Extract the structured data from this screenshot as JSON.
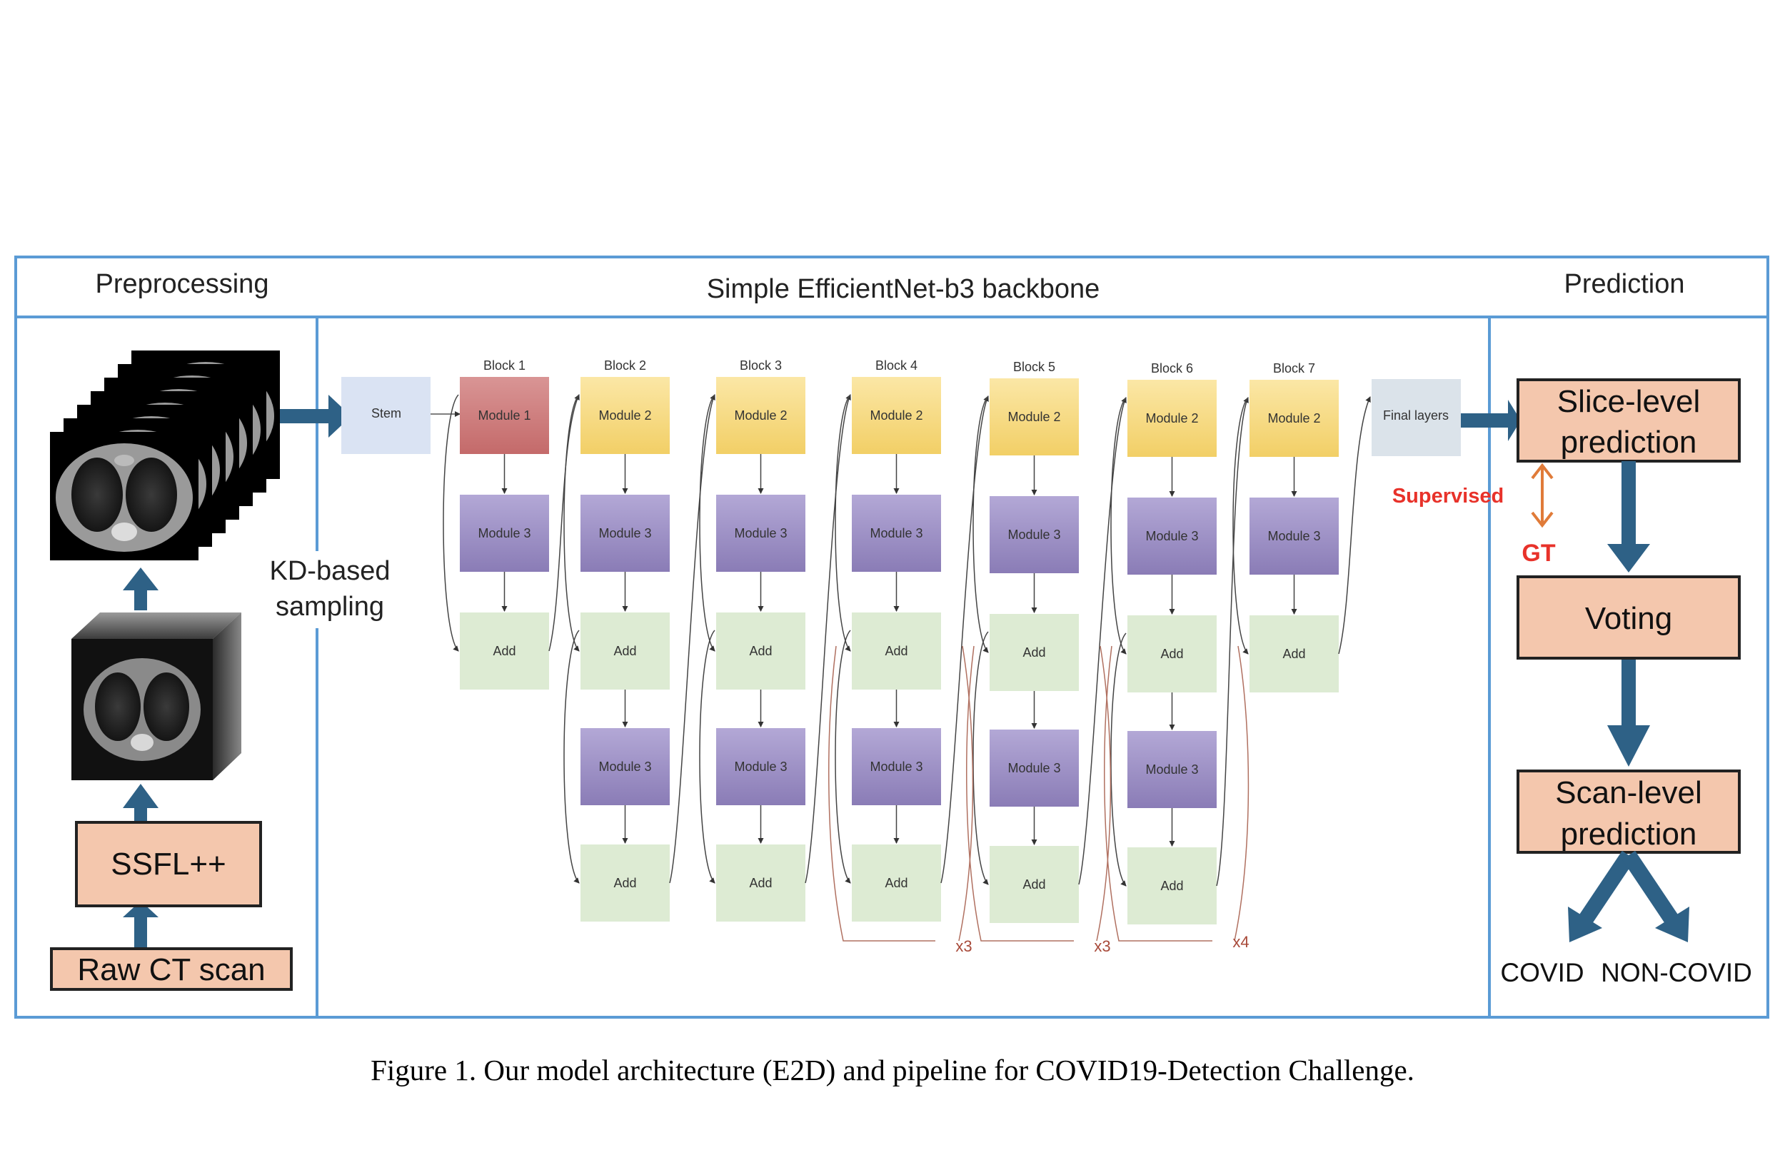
{
  "panels": {
    "preprocessing": "Preprocessing",
    "backbone": "Simple EfficientNet-b3 backbone",
    "prediction": "Prediction"
  },
  "preprocessing": {
    "raw_ct": "Raw CT scan",
    "ssfl": "SSFL++",
    "kd_line1": "KD-based",
    "kd_line2": "sampling"
  },
  "backbone": {
    "stem": "Stem",
    "final_layers": "Final layers",
    "blocks": [
      {
        "label": "Block 1",
        "modules": [
          "Module 1",
          "Module 3",
          "Add"
        ]
      },
      {
        "label": "Block 2",
        "modules": [
          "Module 2",
          "Module 3",
          "Add",
          "Module 3",
          "Add"
        ]
      },
      {
        "label": "Block 3",
        "modules": [
          "Module 2",
          "Module 3",
          "Add",
          "Module 3",
          "Add"
        ]
      },
      {
        "label": "Block 4",
        "modules": [
          "Module 2",
          "Module 3",
          "Add",
          "Module 3",
          "Add"
        ]
      },
      {
        "label": "Block 5",
        "modules": [
          "Module 2",
          "Module 3",
          "Add",
          "Module 3",
          "Add"
        ]
      },
      {
        "label": "Block 6",
        "modules": [
          "Module 2",
          "Module 3",
          "Add",
          "Module 3",
          "Add"
        ]
      },
      {
        "label": "Block 7",
        "modules": [
          "Module 2",
          "Module 3",
          "Add"
        ]
      }
    ],
    "repeats": [
      "x3",
      "x3",
      "x4"
    ]
  },
  "prediction": {
    "slice_line1": "Slice-level",
    "slice_line2": "prediction",
    "supervised": "Supervised",
    "gt": "GT",
    "voting": "Voting",
    "scan_line1": "Scan-level",
    "scan_line2": "prediction",
    "covid": "COVID",
    "noncovid": "NON-COVID"
  },
  "caption": "Figure 1. Our model architecture (E2D) and pipeline for COVID19-Detection Challenge.",
  "colors": {
    "frame": "#5b9bd5",
    "arrow": "#2e6186",
    "box_fill": "#f4c7ad",
    "stem": "#dae3f3",
    "module1": "#cc7a7a",
    "module2": "#f6d783",
    "module3": "#9a8cc0",
    "add": "#ddebd3",
    "final": "#dbe3ea",
    "red": "#e8322a",
    "orange": "#e07b39",
    "repeat": "#a84a3a"
  }
}
